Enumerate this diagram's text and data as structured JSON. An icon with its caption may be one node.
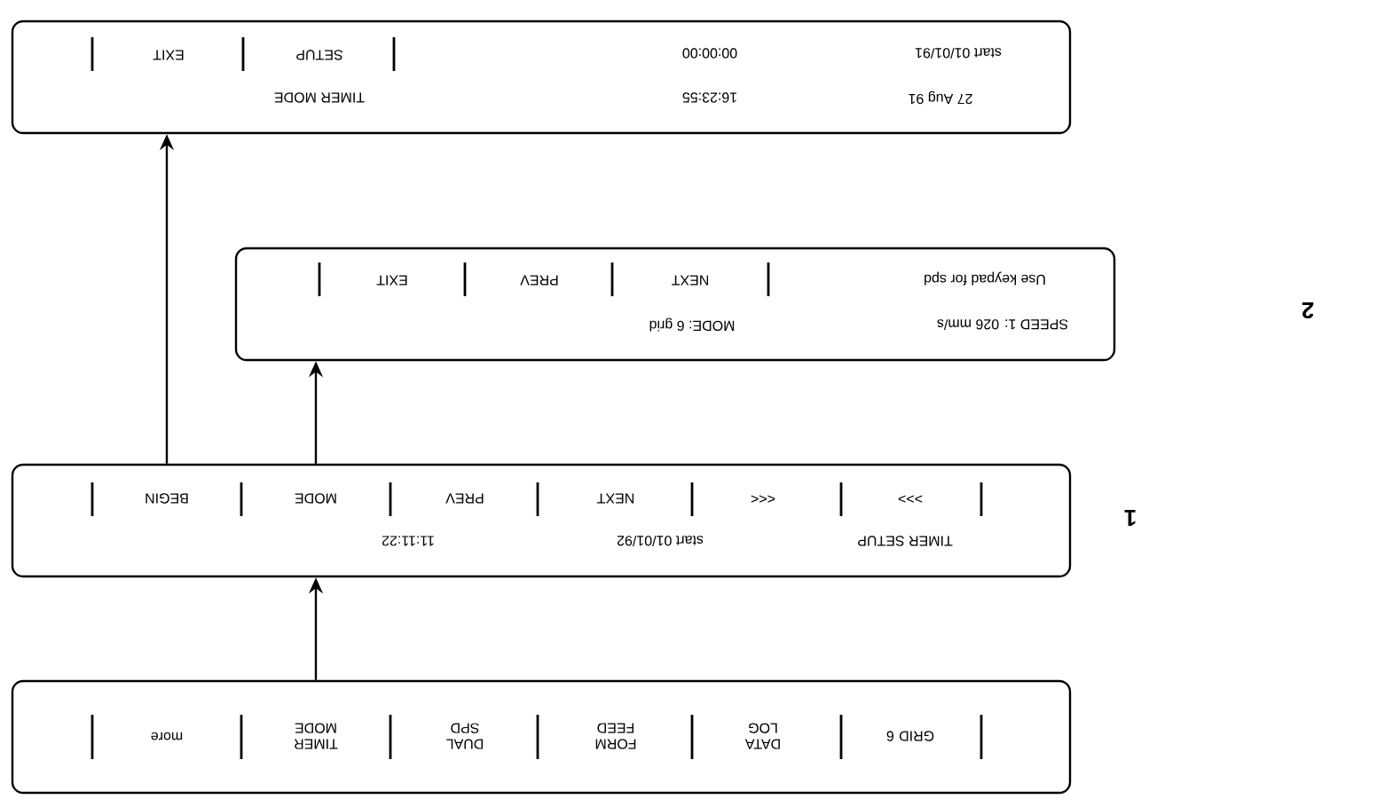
{
  "diagram": {
    "nodes": [
      {
        "text": [],
        "shape": "box"
      },
      {
        "text": [
          "GRID 6"
        ],
        "in": 0
      },
      {
        "text": [
          "DATA LOG"
        ],
        "in": 0
      },
      {
        "text": [
          "FORM FEED"
        ],
        "in": 0
      },
      {
        "text": [
          "DUAL SPD"
        ],
        "in": 0
      },
      {
        "text": [
          "TIMER MODE"
        ],
        "in": 0
      },
      {
        "text": [
          "more"
        ],
        "in": 0
      },
      {
        "text": [
          "TIMER SETUP",
          "start 01/01/92",
          "11:11:22"
        ]
      },
      {
        "text": [
          ">>>"
        ],
        "in": 7
      },
      {
        "text": [
          "<<<"
        ],
        "in": 7
      },
      {
        "text": [
          "NEXT"
        ],
        "in": 7
      },
      {
        "text": [
          "PREV"
        ],
        "in": 7
      },
      {
        "text": [
          "MODE"
        ],
        "in": 7
      },
      {
        "text": [
          "BEGIN"
        ],
        "in": 7
      },
      {
        "text": [
          "SPEED 1: 026 mm/s",
          "MODE: 6 grid",
          "Use keypad for spd"
        ]
      },
      {
        "text": [
          "NEXT"
        ],
        "in": 14
      },
      {
        "text": [
          "PREV"
        ],
        "in": 14
      },
      {
        "text": [
          "EXIT"
        ],
        "in": 14
      },
      {
        "text": [
          "27 Aug 91",
          "16:23:55",
          "TIMER MODE",
          "start 01/01/91",
          "00:00:00"
        ]
      },
      {
        "text": [
          "SETUP"
        ],
        "in": 18
      },
      {
        "text": [
          "EXIT"
        ],
        "in": 18
      }
    ],
    "edges": [
      {
        "from": 5,
        "to": 7,
        "arrow": "to"
      },
      {
        "from": 12,
        "to": 14,
        "arrow": "to"
      },
      {
        "from": 13,
        "to": 18,
        "arrow": "to"
      }
    ],
    "labels": [
      "1",
      "2"
    ]
  }
}
